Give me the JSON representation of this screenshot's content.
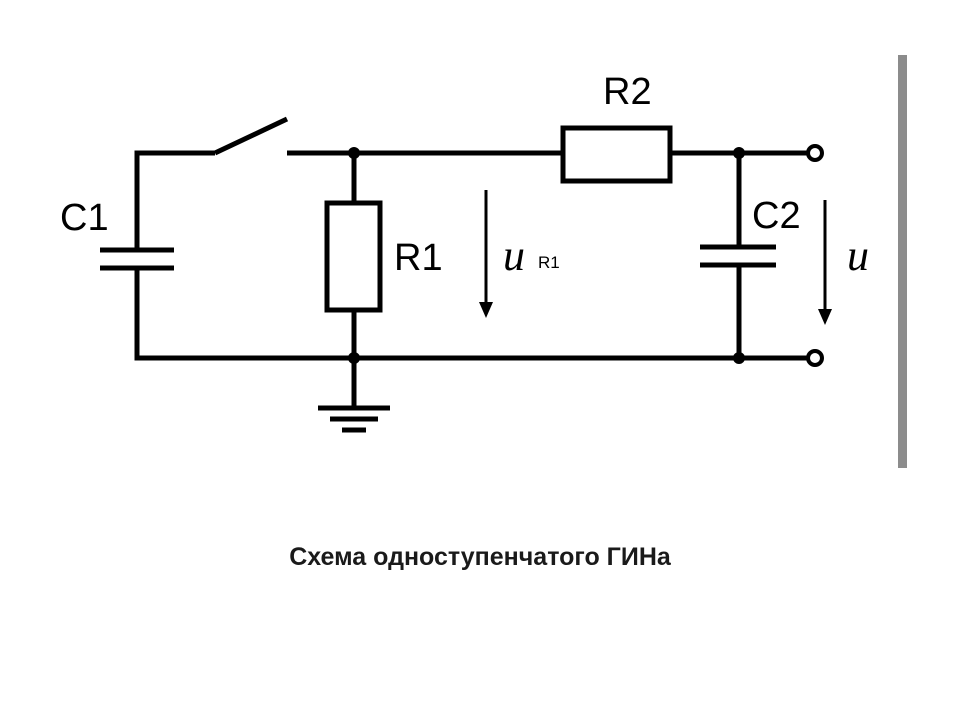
{
  "diagram": {
    "labels": {
      "c1": "C1",
      "r1": "R1",
      "r2": "R2",
      "c2": "C2",
      "u_r1_main": "u",
      "u_r1_sub": "R1",
      "u_out": "u"
    },
    "caption": "Схема одноступенчатого ГИНа"
  }
}
